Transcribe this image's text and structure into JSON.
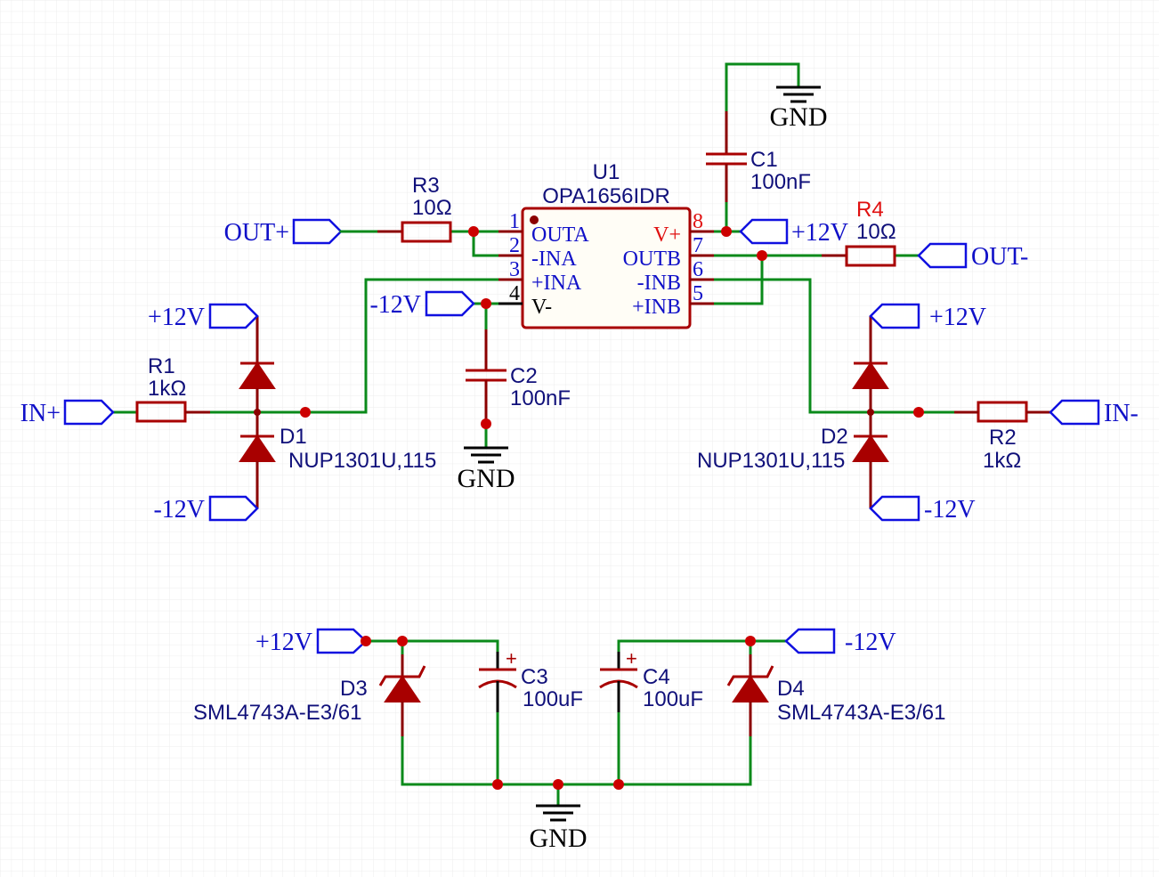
{
  "schematic": {
    "u1": {
      "ref": "U1",
      "value": "OPA1656IDR",
      "pins_left": [
        {
          "num": "1",
          "name": "OUTA"
        },
        {
          "num": "2",
          "name": "-INA"
        },
        {
          "num": "3",
          "name": "+INA"
        },
        {
          "num": "4",
          "name": "V-"
        }
      ],
      "pins_right": [
        {
          "num": "8",
          "name": "V+"
        },
        {
          "num": "7",
          "name": "OUTB"
        },
        {
          "num": "6",
          "name": "-INB"
        },
        {
          "num": "5",
          "name": "+INB"
        }
      ]
    },
    "r1": {
      "ref": "R1",
      "value": "1kΩ"
    },
    "r2": {
      "ref": "R2",
      "value": "1kΩ"
    },
    "r3": {
      "ref": "R3",
      "value": "10Ω"
    },
    "r4": {
      "ref": "R4",
      "value": "10Ω"
    },
    "c1": {
      "ref": "C1",
      "value": "100nF"
    },
    "c2": {
      "ref": "C2",
      "value": "100nF"
    },
    "c3": {
      "ref": "C3",
      "value": "100uF",
      "polarity": "+"
    },
    "c4": {
      "ref": "C4",
      "value": "100uF",
      "polarity": "+"
    },
    "d1": {
      "ref": "D1",
      "value": "NUP1301U,115"
    },
    "d2": {
      "ref": "D2",
      "value": "NUP1301U,115"
    },
    "d3": {
      "ref": "D3",
      "value": "SML4743A-E3/61"
    },
    "d4": {
      "ref": "D4",
      "value": "SML4743A-E3/61"
    },
    "nets": {
      "out_plus": "OUT+",
      "out_minus": "OUT-",
      "in_plus": "IN+",
      "in_minus": "IN-",
      "pos12": "+12V",
      "neg12": "-12V",
      "gnd": "GND"
    },
    "colors": {
      "wire": "#0a8a1a",
      "component": "#a80000",
      "net_label": "#1010e0",
      "junction": "#cc0000",
      "grid": "#ececec"
    }
  }
}
